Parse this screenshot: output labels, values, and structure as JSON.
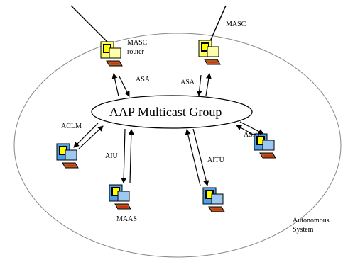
{
  "diagram": {
    "group": "AAP Multicast Group",
    "domain_label_line1": "Autonomous",
    "domain_label_line2": "System",
    "nodes": {
      "masc_router_line1": "MASC",
      "masc_router_line2": "router",
      "masc_right": "MASC",
      "maas": "MAAS",
      "aclm": "ACLM",
      "asrp": "ASRP"
    },
    "links": {
      "asa_left": "ASA",
      "asa_right": "ASA",
      "aiu": "AIU",
      "aitu": "AITU"
    },
    "colors": {
      "screen": "#ffff00",
      "tower_yellow": "#ffff66",
      "tower_blue": "#4f9fe8",
      "keyboard": "#b35a1f",
      "cable": "#ff0000"
    }
  }
}
